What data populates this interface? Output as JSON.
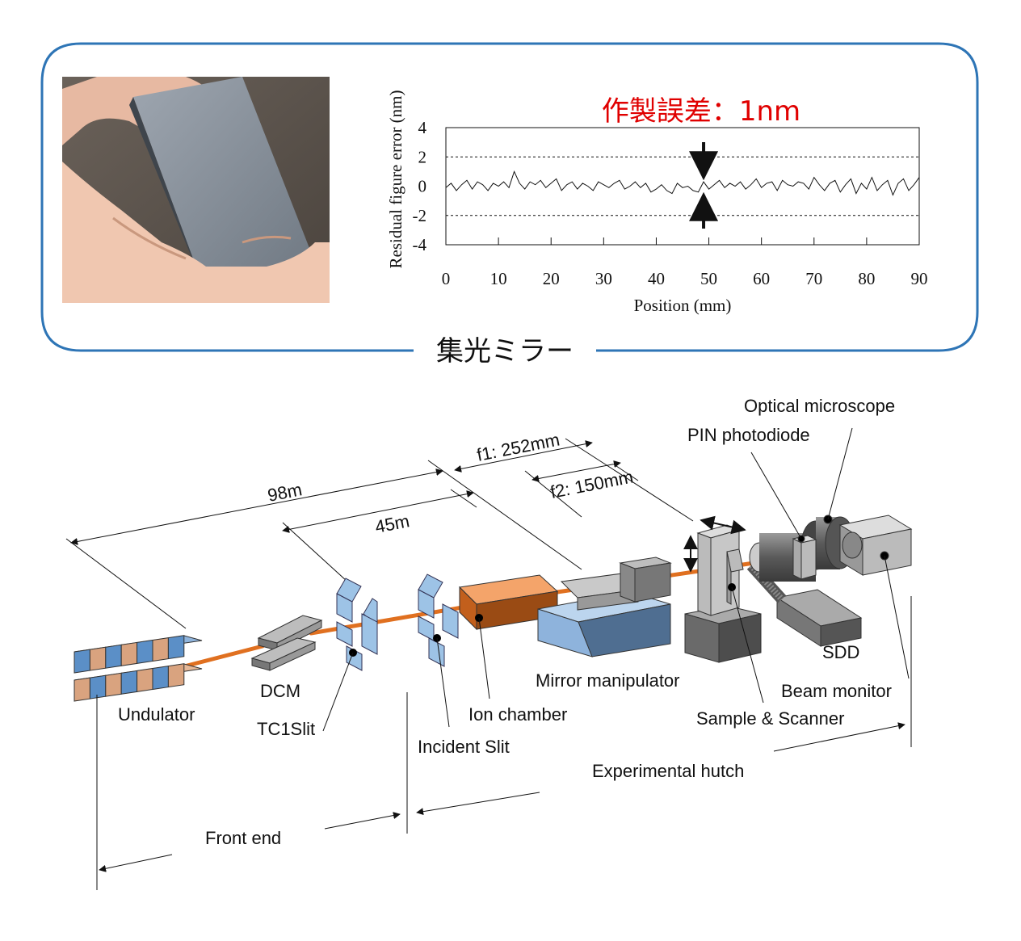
{
  "panel": {
    "title": "集光ミラー",
    "border_color": "#2e75b6"
  },
  "chart_data": {
    "type": "line",
    "title": "",
    "annotation": "作製誤差：1nm",
    "annotation_color": "#e00000",
    "xlabel": "Position (mm)",
    "ylabel": "Residual figure error (nm)",
    "xlim": [
      0,
      90
    ],
    "ylim": [
      -4,
      4
    ],
    "xticks": [
      "0",
      "10",
      "20",
      "30",
      "40",
      "50",
      "60",
      "70",
      "80",
      "90"
    ],
    "yticks": [
      "4",
      "2",
      "0",
      "-2",
      "-4"
    ],
    "reference_lines": [
      2,
      -2
    ],
    "arrow_position_x": 49,
    "series": [
      {
        "x": [
          0,
          1,
          2,
          3,
          4,
          5,
          6,
          7,
          8,
          9,
          10,
          11,
          12,
          13,
          14,
          15,
          16,
          17,
          18,
          19,
          20,
          21,
          22,
          23,
          24,
          25,
          26,
          27,
          28,
          29,
          30,
          31,
          32,
          33,
          34,
          35,
          36,
          37,
          38,
          39,
          40,
          41,
          42,
          43,
          44,
          45,
          46,
          47,
          48,
          49,
          50,
          51,
          52,
          53,
          54,
          55,
          56,
          57,
          58,
          59,
          60,
          61,
          62,
          63,
          64,
          65,
          66,
          67,
          68,
          69,
          70,
          71,
          72,
          73,
          74,
          75,
          76,
          77,
          78,
          79,
          80,
          81,
          82,
          83,
          84,
          85,
          86,
          87,
          88,
          89,
          90
        ],
        "y": [
          -0.1,
          0.2,
          -0.3,
          0.1,
          0.4,
          -0.2,
          0.3,
          0.1,
          -0.3,
          0.2,
          0.0,
          0.3,
          -0.1,
          1.0,
          0.2,
          -0.2,
          0.3,
          0.1,
          0.4,
          -0.1,
          0.2,
          0.5,
          -0.3,
          0.1,
          0.3,
          -0.2,
          0.2,
          0.0,
          -0.3,
          0.3,
          0.1,
          -0.1,
          0.2,
          0.4,
          -0.2,
          0.0,
          0.3,
          -0.1,
          0.2,
          -0.4,
          -0.2,
          0.1,
          -0.3,
          -0.5,
          0.2,
          -0.1,
          0.0,
          -0.3,
          -0.4,
          0.3,
          -0.2,
          0.1,
          0.4,
          -0.1,
          0.2,
          0.0,
          0.3,
          -0.2,
          0.1,
          0.5,
          -0.1,
          0.2,
          0.3,
          -0.3,
          0.4,
          0.1,
          0.0,
          0.3,
          0.2,
          -0.2,
          0.6,
          0.1,
          -0.3,
          0.2,
          0.4,
          -0.4,
          0.1,
          0.5,
          -0.5,
          0.2,
          -0.2,
          0.6,
          -0.3,
          0.1,
          0.4,
          -0.6,
          0.2,
          0.5,
          -0.3,
          0.1,
          0.6
        ]
      }
    ]
  },
  "diagram": {
    "labels": {
      "optical_microscope": "Optical microscope",
      "pin_photodiode": "PIN photodiode",
      "f1": "f1: 252mm",
      "f2": "f2: 150mm",
      "d98": "98m",
      "d45": "45m",
      "dcm": "DCM",
      "undulator": "Undulator",
      "tc1slit": "TC1Slit",
      "incident_slit": "Incident Slit",
      "ion_chamber": "Ion chamber",
      "mirror_manipulator": "Mirror manipulator",
      "sample_scanner": "Sample & Scanner",
      "sdd": "SDD",
      "beam_monitor": "Beam monitor",
      "experimental_hutch": "Experimental hutch",
      "front_end": "Front end"
    },
    "colors": {
      "beam": "#e07020",
      "slit_blue": "#9dc3e6",
      "undulator_blue": "#5b8fc7",
      "undulator_tan": "#d9a37f",
      "ion_chamber": "#ed7d31",
      "manipulator": "#9dc3e6"
    }
  }
}
